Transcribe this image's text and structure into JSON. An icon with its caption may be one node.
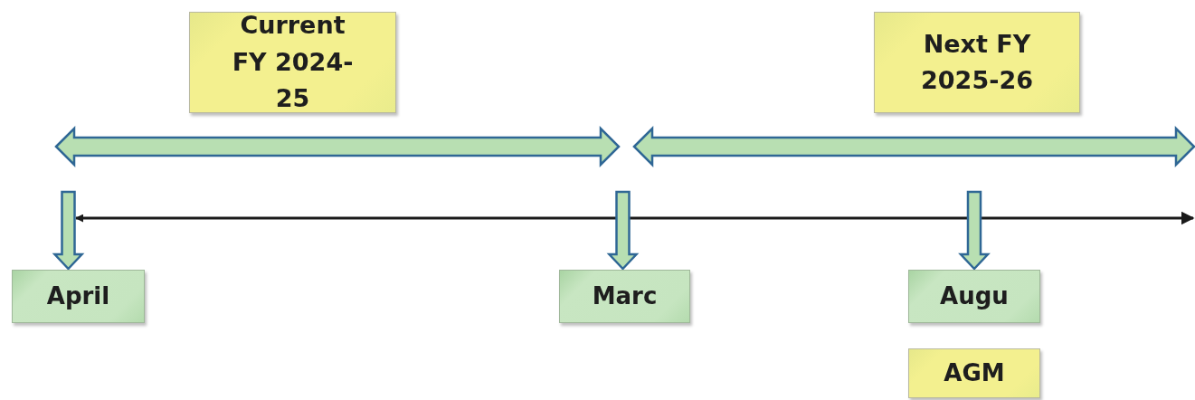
{
  "diagram": {
    "nodes": [
      {
        "text": [
          "Current FY 2024-25"
        ]
      },
      {
        "text": [
          "Next FY 2025-26"
        ]
      },
      {
        "text": [
          "April"
        ]
      },
      {
        "text": [
          "Marc"
        ]
      },
      {
        "text": [
          "Augu"
        ]
      },
      {
        "text": [
          "AGM"
        ]
      }
    ],
    "edges": [
      {
        "from": null,
        "to": 2,
        "arrow": "to"
      },
      {
        "from": null,
        "to": 3,
        "arrow": "to"
      },
      {
        "from": null,
        "to": 4,
        "arrow": "to"
      }
    ]
  }
}
